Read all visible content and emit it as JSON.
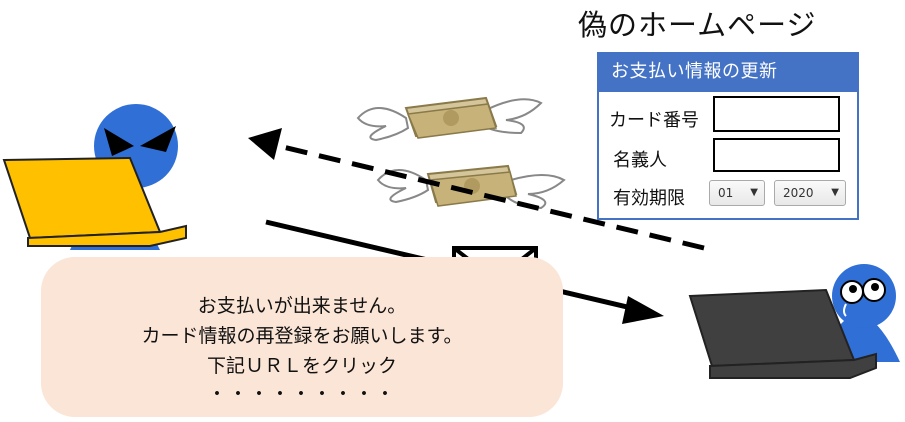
{
  "title": "偽のホームページ",
  "form": {
    "header": "お支払い情報の更新",
    "card_number_label": "カード番号",
    "holder_name_label": "名義人",
    "expiry_label": "有効期限",
    "expiry_month": "01",
    "expiry_year": "2020"
  },
  "message": {
    "line1": "お支払いが出来ません。",
    "line2": "カード情報の再登録をお願いします。",
    "line3": "下記ＵＲＬをクリック",
    "line4": "・・・・・・・・・"
  },
  "colors": {
    "attacker_laptop": "#ffc000",
    "victim_laptop": "#404040",
    "figure_blue": "#2f6fd6",
    "form_header": "#4472c4",
    "message_bg": "#fbe5d6"
  }
}
